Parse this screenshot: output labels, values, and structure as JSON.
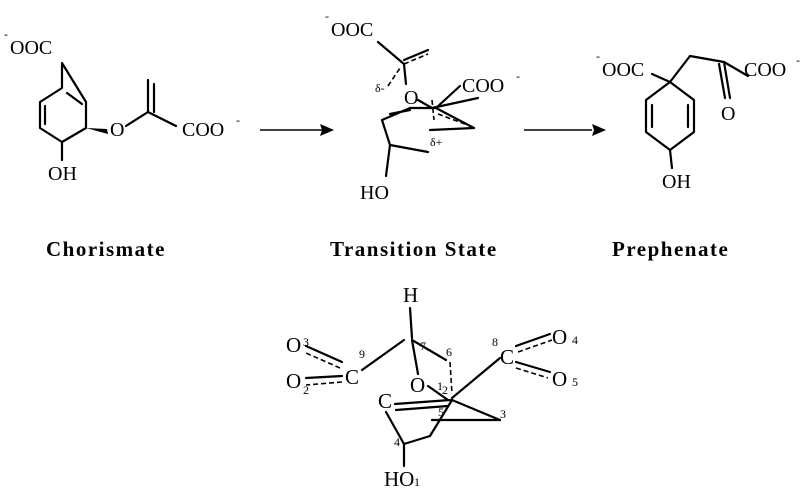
{
  "captions": {
    "chorismate": "Chorismate",
    "transition_state": "Transition  State",
    "prephenate": "Prephenate"
  },
  "groups": {
    "carboxylate": "OOC",
    "carboxylate_right": "COO",
    "charge": "-",
    "oxygen": "O",
    "hydroxyl": "OH",
    "hydroxyl_left": "HO",
    "delta_minus": "δ-",
    "delta_plus": "δ+"
  },
  "labeled_structure": {
    "hydrogen": "H",
    "carbon": "C",
    "oxygen": "O",
    "atoms": {
      "o1": "O1",
      "o2": "O2",
      "o3": "O3",
      "o4": "O4",
      "o5": "O5"
    },
    "numbers": [
      "1",
      "2",
      "3",
      "4",
      "5",
      "6",
      "7",
      "8",
      "9"
    ]
  }
}
